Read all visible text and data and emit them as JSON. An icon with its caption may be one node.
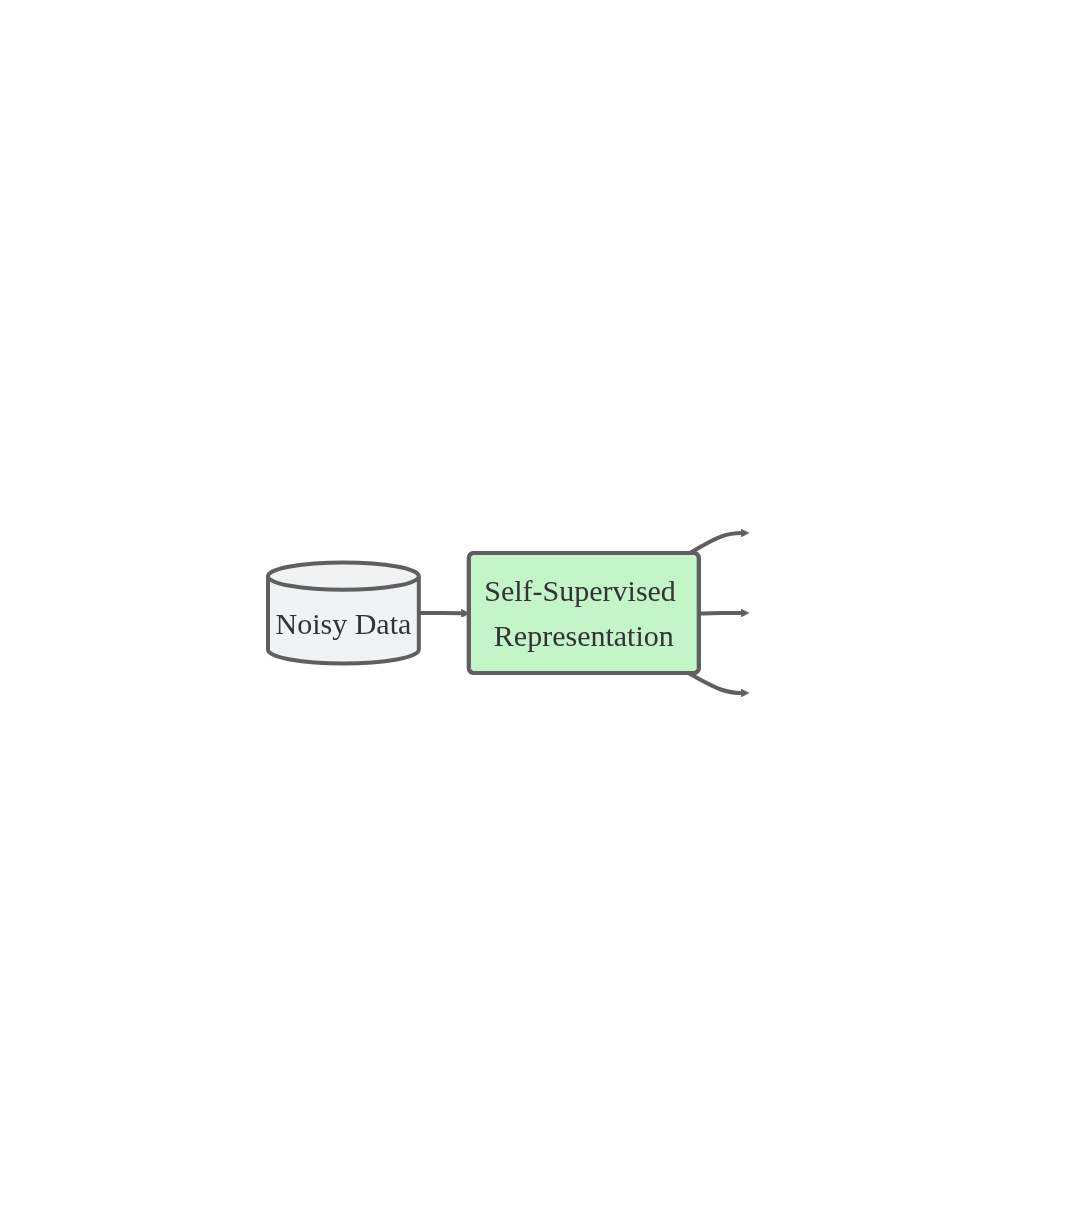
{
  "diagram": {
    "nodes": [
      {
        "text": [
          "Noisy Data"
        ]
      },
      {
        "text": [
          "Self-Supervised Representation"
        ]
      }
    ],
    "edges": [
      {
        "from": 0,
        "to": 1,
        "arrow": "to"
      },
      {
        "from": 1,
        "to": null,
        "arrow": "to"
      },
      {
        "from": 1,
        "to": null,
        "arrow": "to"
      },
      {
        "from": 1,
        "to": null,
        "arrow": "to"
      }
    ]
  }
}
